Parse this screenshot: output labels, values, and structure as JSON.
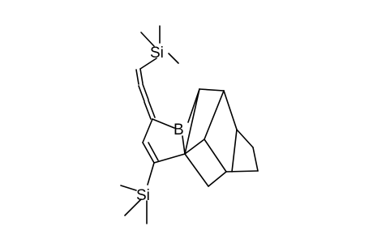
{
  "molecule": {
    "atoms": {
      "si_top": "Si",
      "boron": "B",
      "si_bottom": "Si"
    }
  }
}
